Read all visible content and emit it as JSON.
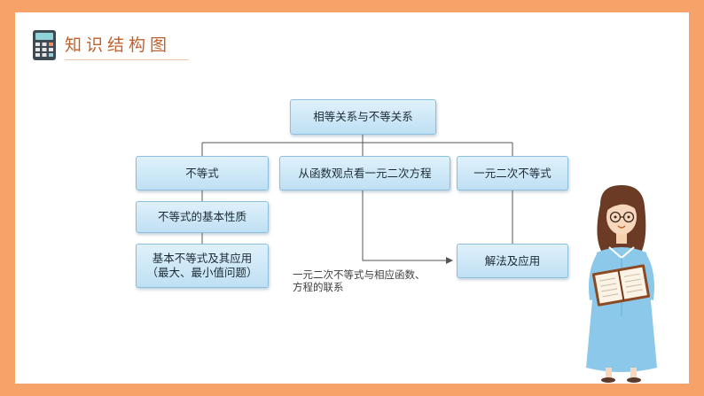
{
  "header": {
    "title": "知识结构图"
  },
  "diagram": {
    "root": "相等关系与不等关系",
    "inequality": "不等式",
    "basic_property": "不等式的基本性质",
    "basic_inequality_line1": "基本不等式及其应用",
    "basic_inequality_line2": "（最大、最小值问题）",
    "function_view": "从函数观点看一元二次方程",
    "quadratic_inequality": "一元二次不等式",
    "solution_application": "解法及应用",
    "note_line1": "一元二次不等式与相应函数、",
    "note_line2": "方程的联系"
  },
  "colors": {
    "frame": "#f6a269",
    "accent": "#c0622d",
    "box_fill": "#cfe8f6",
    "box_border": "#8bbfdc"
  },
  "icons": [
    "calculator-icon",
    "teacher-illustration"
  ]
}
